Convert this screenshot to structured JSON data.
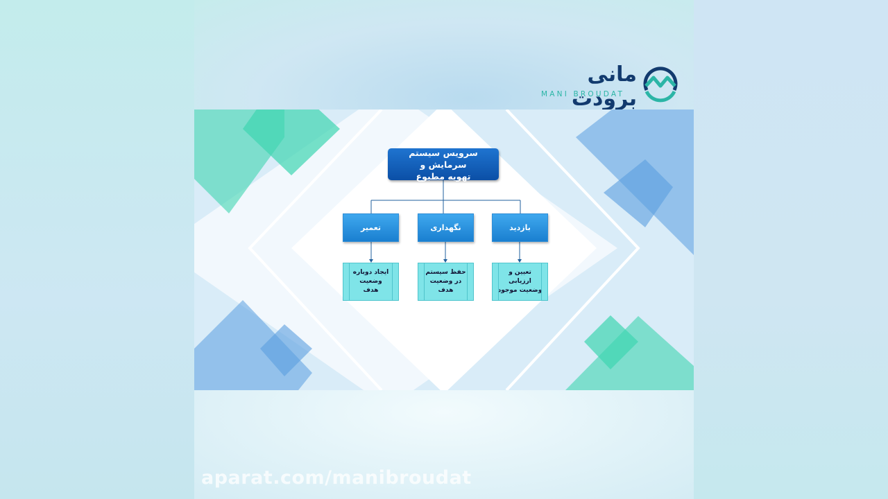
{
  "logo": {
    "name_fa": "مانی برودت",
    "name_en": "MANI BROUDAT"
  },
  "diagram": {
    "root": {
      "line1": "سرویس سیستم سرمایش و",
      "line2": "تهویه مطبوع"
    },
    "branches": [
      {
        "label": "بازدید",
        "detail": [
          "تعیین و",
          "ارزیابی",
          "وضعیت موجود"
        ]
      },
      {
        "label": "نگهداری",
        "detail": [
          "حفظ سیستم",
          "در وضعیت",
          "هدف"
        ]
      },
      {
        "label": "تعمیر",
        "detail": [
          "ایجاد دوباره",
          "وضعیت",
          "هدف"
        ]
      }
    ]
  },
  "watermark": "aparat.com/manibroudat",
  "colors": {
    "root_box": "#0b4fa6",
    "branch_box": "#2a90dc",
    "leaf_box": "#7fe4e8",
    "logo_navy": "#123a6e",
    "logo_teal": "#2bb5a6",
    "deco_green": "#3fd6b0",
    "deco_blue": "#5a9ee0"
  }
}
